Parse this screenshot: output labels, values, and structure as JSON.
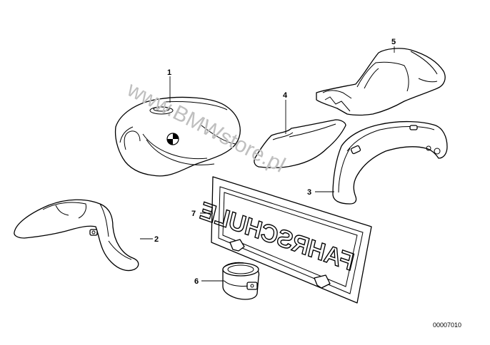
{
  "diagram": {
    "callouts": [
      {
        "id": "callout-1",
        "label": "1"
      },
      {
        "id": "callout-2",
        "label": "2"
      },
      {
        "id": "callout-3",
        "label": "3"
      },
      {
        "id": "callout-4",
        "label": "4"
      },
      {
        "id": "callout-5",
        "label": "5"
      },
      {
        "id": "callout-6",
        "label": "6"
      },
      {
        "id": "callout-7",
        "label": "7"
      }
    ],
    "plate_text": "FAHRSCHULE",
    "reference_code": "00007010",
    "watermark": "www.BMWstore.pl"
  }
}
